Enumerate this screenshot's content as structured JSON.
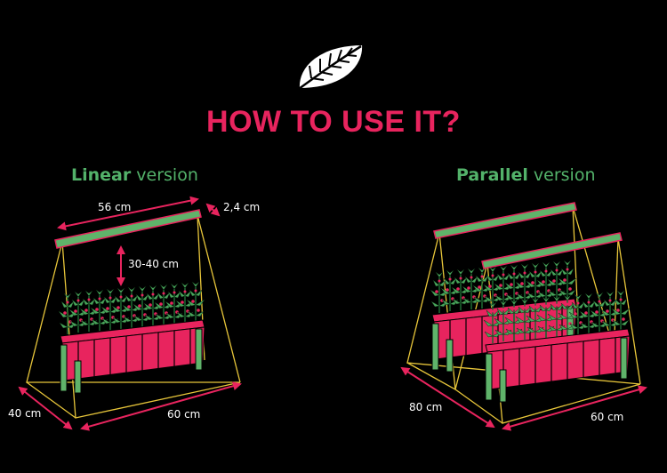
{
  "title": "HOW TO USE IT?",
  "linear": {
    "name": "Linear",
    "suffix": " version",
    "dims": {
      "length": "56 cm",
      "bar_width": "2,4 cm",
      "height": "30-40 cm",
      "depth": "40 cm",
      "width": "60 cm"
    }
  },
  "parallel": {
    "name": "Parallel",
    "suffix": " version",
    "dims": {
      "depth": "80 cm",
      "width": "60 cm"
    }
  },
  "colors": {
    "title": "#e8245e",
    "version": "#53b26a",
    "frame": "#e8c63a",
    "bar": "#5fb36a",
    "planter": "#e8245e",
    "arrow": "#e8245e"
  },
  "icons": [
    "leaf-icon"
  ]
}
